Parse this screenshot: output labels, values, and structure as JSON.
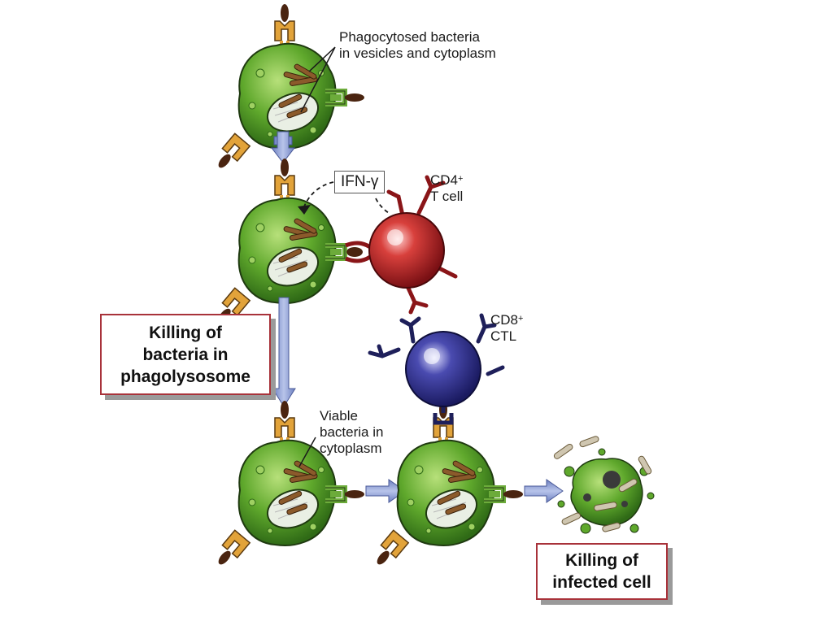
{
  "labels": {
    "phagocytosed_line1": "Phagocytosed bacteria",
    "phagocytosed_line2": "in vesicles and cytoplasm",
    "ifn": "IFN-γ",
    "cd4_base": "CD4",
    "cd4_sup": "+",
    "cd4_line2": "T cell",
    "cd8_base": "CD8",
    "cd8_sup": "+",
    "cd8_line2": "CTL",
    "viable_line1": "Viable",
    "viable_line2": "bacteria in",
    "viable_line3": "cytoplasm"
  },
  "boxes": {
    "killing_bacteria": [
      "Killing of",
      "bacteria in",
      "phagolysosome"
    ],
    "killing_cell": [
      "Killing of",
      "infected cell"
    ]
  },
  "colors": {
    "macrophage": "#5fa82c",
    "macrophage_outline": "#1f3a10",
    "cd4_cell": "#c0282a",
    "cd8_cell": "#2e2f8a",
    "receptor_orange": "#e2a33a",
    "receptor_green": "#6cab3a",
    "arrow": "#8a9bd0",
    "box_border": "#a8323a",
    "bacteria": "#8b5a2b"
  }
}
